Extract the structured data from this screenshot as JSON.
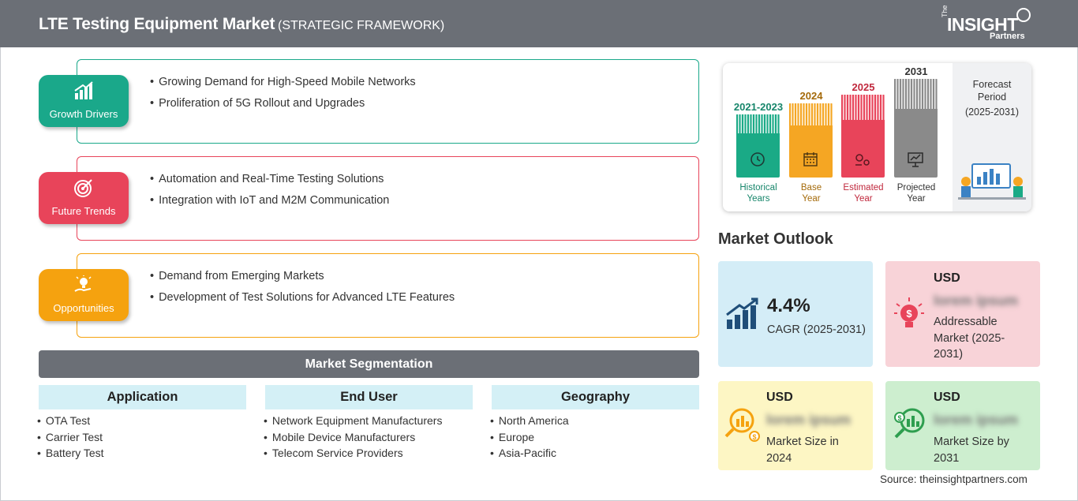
{
  "header": {
    "title": "LTE Testing Equipment Market",
    "subtitle": "(STRATEGIC FRAMEWORK)",
    "logo": {
      "the": "The",
      "insight": "INSIGHT",
      "partners": "Partners"
    }
  },
  "framework": {
    "growth_drivers": {
      "label": "Growth Drivers",
      "color": "#1aa88a",
      "items": [
        "Growing Demand for High-Speed Mobile Networks",
        "Proliferation of 5G Rollout and Upgrades"
      ]
    },
    "future_trends": {
      "label": "Future Trends",
      "color": "#e8445a",
      "items": [
        "Automation and Real-Time Testing Solutions",
        "Integration with IoT and M2M Communication"
      ]
    },
    "opportunities": {
      "label": "Opportunities",
      "color": "#f5a20f",
      "items": [
        "Demand from Emerging Markets",
        "Development of Test Solutions for Advanced LTE Features"
      ]
    }
  },
  "segmentation": {
    "title": "Market Segmentation",
    "columns": [
      {
        "heading": "Application",
        "items": [
          "OTA Test",
          "Carrier Test",
          "Battery Test"
        ]
      },
      {
        "heading": "End User",
        "items": [
          "Network Equipment Manufacturers",
          "Mobile Device Manufacturers",
          "Telecom Service Providers"
        ]
      },
      {
        "heading": "Geography",
        "items": [
          "North America",
          "Europe",
          "Asia-Pacific"
        ]
      }
    ]
  },
  "timeline": {
    "bars": [
      {
        "year": "2021-2023",
        "caption1": "Historical",
        "caption2": "Years",
        "color": "#1aaa86",
        "year_color": "#17866b",
        "icon": "clock-icon"
      },
      {
        "year": "2024",
        "caption1": "Base",
        "caption2": "Year",
        "color": "#f5a623",
        "year_color": "#a46a0a",
        "icon": "calendar-icon"
      },
      {
        "year": "2025",
        "caption1": "Estimated",
        "caption2": "Year",
        "color": "#e8445a",
        "year_color": "#c0283d",
        "icon": "gears-icon"
      },
      {
        "year": "2031",
        "caption1": "Projected",
        "caption2": "Year",
        "color": "#8a8a8a",
        "year_color": "#333333",
        "icon": "presentation-icon"
      }
    ],
    "forecast": {
      "line1": "Forecast",
      "line2": "Period",
      "line3": "(2025-2031)"
    }
  },
  "outlook": {
    "title": "Market Outlook",
    "cagr": {
      "value": "4.4%",
      "label": "CAGR (2025-2031)",
      "bg": "#d4edf7"
    },
    "addressable": {
      "currency": "USD",
      "value": "lorem ipsum",
      "label_lines": [
        "Addressable",
        "Market (2025-",
        "2031)"
      ],
      "bg": "#f8d3d8"
    },
    "size_2024": {
      "currency": "USD",
      "value": "lorem ipsum",
      "label_lines": [
        "Market Size in",
        "2024"
      ],
      "bg": "#fdf6c4"
    },
    "size_2031": {
      "currency": "USD",
      "value": "lorem ipsum",
      "label_lines": [
        "Market Size by",
        "2031"
      ],
      "bg": "#cdeecf"
    }
  },
  "source": "Source: theinsightpartners.com"
}
